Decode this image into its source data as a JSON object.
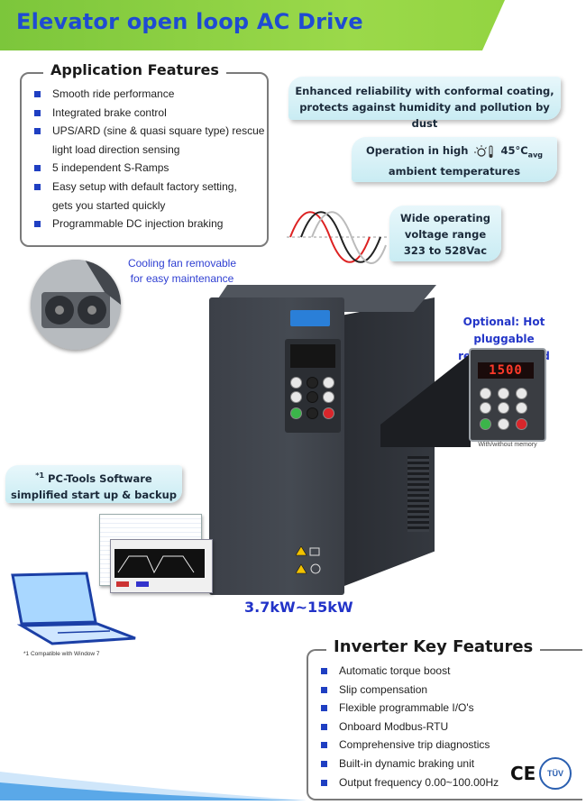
{
  "header": {
    "title": "Elevator open loop AC Drive"
  },
  "application_features": {
    "title": "Application Features",
    "items": [
      "Smooth ride performance",
      "Integrated brake control",
      "UPS/ARD (sine & quasi square type) rescue",
      "light load direction sensing",
      "5 independent S-Ramps",
      "Easy setup with default factory setting,",
      "gets you started quickly",
      "Programmable DC injection braking"
    ],
    "bulleted": [
      true,
      true,
      true,
      false,
      true,
      true,
      false,
      true
    ]
  },
  "callouts": {
    "conformal_line1": "Enhanced reliability with conformal coating,",
    "conformal_line2": "protects against humidity and pollution by dust",
    "temp_line1": "Operation in high",
    "temp_value": "45°C",
    "temp_sub": "avg",
    "temp_line2": "ambient temperatures",
    "voltage_line1": "Wide operating",
    "voltage_line2": "voltage range",
    "voltage_line3": "323 to 528Vac",
    "pctools_sup": "*1",
    "pctools_line1": " PC-Tools Software",
    "pctools_line2": "simplified start up & backup"
  },
  "fan": {
    "line1": "Cooling fan removable",
    "line2": "for easy maintenance"
  },
  "keypad": {
    "line1": "Optional: Hot pluggable",
    "line2": "remote keypad",
    "display": "1500",
    "caption": "With/without memory"
  },
  "power_range": "3.7kW~15kW",
  "footnote": "*1 Compatible with Window 7",
  "inverter_features": {
    "title": "Inverter Key Features",
    "items": [
      "Automatic torque boost",
      "Slip compensation",
      "Flexible programmable I/O's",
      "Onboard Modbus-RTU",
      "Comprehensive trip diagnostics",
      "Built-in dynamic braking unit",
      "Output frequency 0.00~100.00Hz"
    ]
  },
  "certifications": {
    "ce": "CE",
    "tuv": "TÜV"
  },
  "colors": {
    "accent_blue": "#1f4bd3",
    "banner_green": "#8fd23d",
    "bullet_blue": "#1f3fc2"
  }
}
